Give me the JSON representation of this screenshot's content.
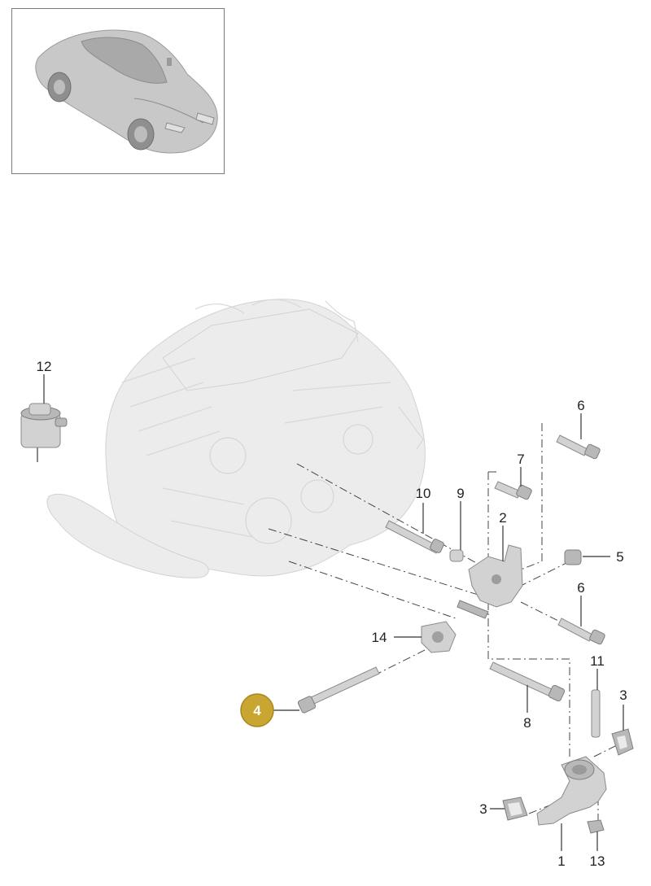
{
  "thumbnail": {
    "icon": "car-overview-icon"
  },
  "callouts": [
    {
      "id": "c12",
      "text": "12"
    },
    {
      "id": "c6a",
      "text": "6"
    },
    {
      "id": "c7",
      "text": "7"
    },
    {
      "id": "c10",
      "text": "10"
    },
    {
      "id": "c9",
      "text": "9"
    },
    {
      "id": "c2",
      "text": "2"
    },
    {
      "id": "c5",
      "text": "5"
    },
    {
      "id": "c6b",
      "text": "6"
    },
    {
      "id": "c14",
      "text": "14"
    },
    {
      "id": "c11",
      "text": "11"
    },
    {
      "id": "c3a",
      "text": "3"
    },
    {
      "id": "c8",
      "text": "8"
    },
    {
      "id": "c3b",
      "text": "3"
    },
    {
      "id": "c1",
      "text": "1"
    },
    {
      "id": "c13",
      "text": "13"
    }
  ],
  "highlight": {
    "text": "4",
    "color": "#c9a531"
  }
}
